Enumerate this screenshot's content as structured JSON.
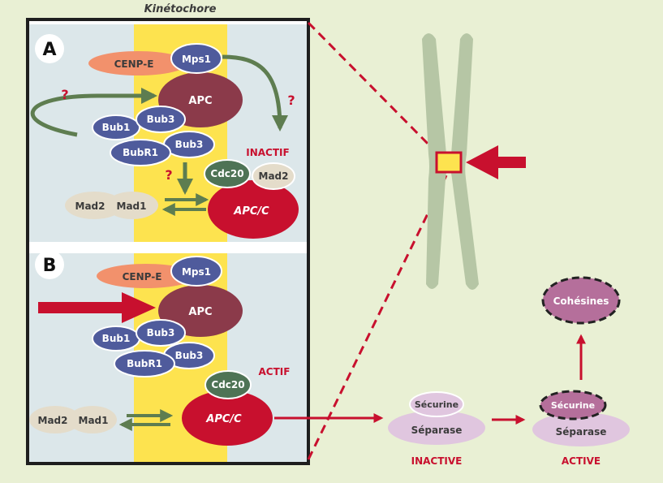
{
  "header": {
    "title": "Kinétochore"
  },
  "panels": {
    "a_label": "A",
    "b_label": "B",
    "a_state": "INACTIF",
    "b_state": "ACTIF",
    "question_mark": "?"
  },
  "proteins": {
    "cenpe": "CENP-E",
    "mps1": "Mps1",
    "apc": "APC",
    "bub1": "Bub1",
    "bub3": "Bub3",
    "bubr1": "BubR1",
    "cdc20": "Cdc20",
    "mad2": "Mad2",
    "mad1": "Mad1",
    "apcc": "APC/C"
  },
  "pathway": {
    "securine": "Sécurine",
    "separase": "Séparase",
    "cohesines": "Cohésines",
    "inactive": "INACTIVE",
    "active": "ACTIVE"
  },
  "colors": {
    "background": "#e9f0d4",
    "panel": "#dce7ea",
    "kinetochore_band": "#fde34f",
    "apc": "#8b3a4a",
    "blue_protein": "#4f5b9c",
    "apcc_red": "#c8102e",
    "cdc20_green": "#4e7355",
    "beige": "#e4dcca",
    "cenpe_orange": "#f2916c",
    "arrow_green": "#5e7d50",
    "chromosome": "#b6c6a5",
    "lilac": "#e0c6df",
    "mauve": "#b56f9b"
  }
}
